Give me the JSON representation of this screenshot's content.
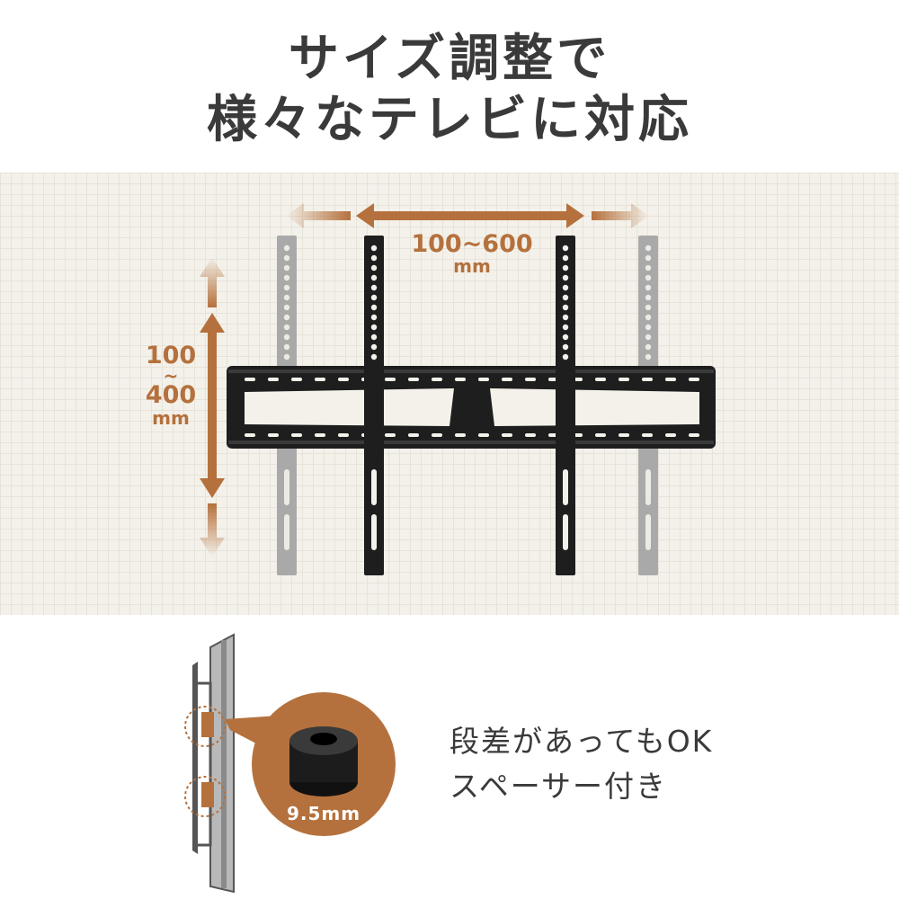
{
  "heading": {
    "line1": "サイズ調整で",
    "line2": "様々なテレビに対応"
  },
  "horizontal_range": {
    "value": "100~600",
    "unit": "mm"
  },
  "vertical_range": {
    "from": "100",
    "tilde": "~",
    "to": "400",
    "unit": "mm"
  },
  "spacer": {
    "size_label": "9.5mm"
  },
  "feature": {
    "line1": "段差があってもOK",
    "line2": "スペーサー付き"
  },
  "colors": {
    "accent": "#b5713d",
    "panel_bg": "#f3f1ea",
    "bracket_black": "#1e1e1e",
    "bracket_ghost": "#a9a9a9"
  }
}
